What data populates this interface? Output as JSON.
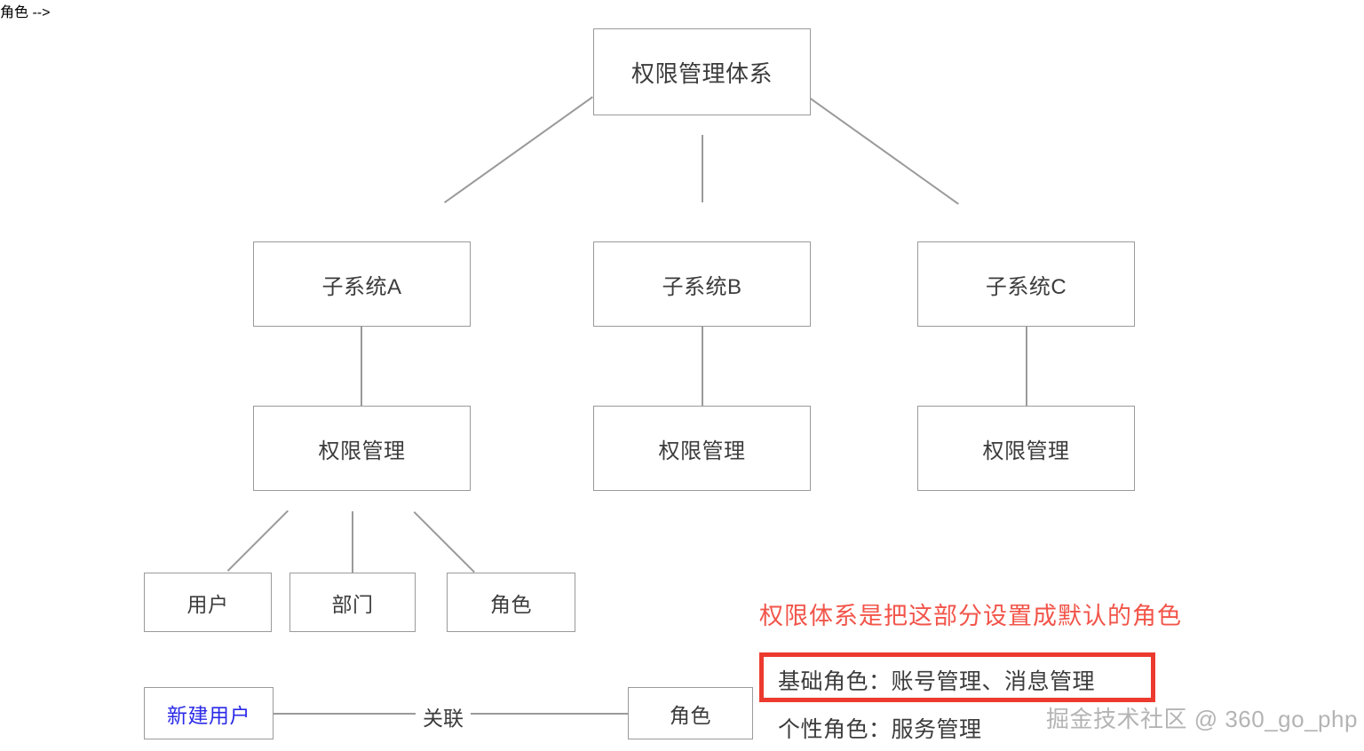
{
  "diagram": {
    "title_node": {
      "label": "权限管理体系"
    },
    "subsystems": [
      {
        "label": "子系统A"
      },
      {
        "label": "子系统B"
      },
      {
        "label": "子系统C"
      }
    ],
    "permission_nodes": [
      {
        "label": "权限管理"
      },
      {
        "label": "权限管理"
      },
      {
        "label": "权限管理"
      }
    ],
    "leaf_nodes": [
      {
        "label": "用户"
      },
      {
        "label": "部门"
      },
      {
        "label": "角色"
      }
    ],
    "relation": {
      "source_label": "新建用户",
      "edge_label": "关联",
      "target_label": "角色"
    },
    "annotation": {
      "note": "权限体系是把这部分设置成默认的角色",
      "basic_role": "基础角色：账号管理、消息管理",
      "custom_role": "个性角色：服务管理"
    },
    "watermark": "掘金技术社区 @ 360_go_php",
    "colors": {
      "node_border": "#9a9a9a",
      "node_text": "#3c3c3c",
      "highlight_red": "#ec3a2e",
      "annotation_red": "#f2554a",
      "link_blue": "#2a2ae8",
      "watermark_gray": "#b4b4b4",
      "background": "#ffffff"
    }
  }
}
